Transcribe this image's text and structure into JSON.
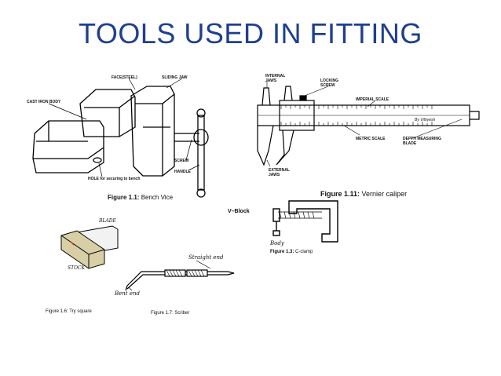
{
  "slide": {
    "title": "TOOLS USED IN FITTING"
  },
  "bench_vice": {
    "labels": {
      "face": "FACE(STEEL)",
      "sliding_jaw": "SLIDING JAW",
      "cast_iron_body": "CAST IRON BODY",
      "screw": "SCREW",
      "handle": "HANDLE",
      "hole": "HOLE for securing to bench"
    },
    "caption_fig": "Figure 1.1:",
    "caption_text": "Bench Vice"
  },
  "vernier": {
    "labels": {
      "internal_jaws": "INTERNAL JAWS",
      "locking_screw": "LOCKING SCREW",
      "imperial_scale": "IMPERIAL SCALE",
      "metric_scale": "METRIC SCALE",
      "depth_blade": "DEPTH MEASURING BLADE",
      "external_jaws": "EXTERNAL JAWS",
      "brand": "By Vithyesh"
    },
    "caption_fig": "Figure 1.11:",
    "caption_text": "Vernier caliper"
  },
  "v_block": {
    "label": "V–Block"
  },
  "c_clamp": {
    "body_label": "Body",
    "caption_fig": "Figure 1.3:",
    "caption_text": "C-clamp"
  },
  "try_square": {
    "blade": "BLADE",
    "stock": "STOCK",
    "caption": "Figure 1.6: Try square"
  },
  "scriber": {
    "straight_end": "Straight end",
    "bent_end": "Bent end",
    "caption": "Figure 1.7: Scriber"
  }
}
